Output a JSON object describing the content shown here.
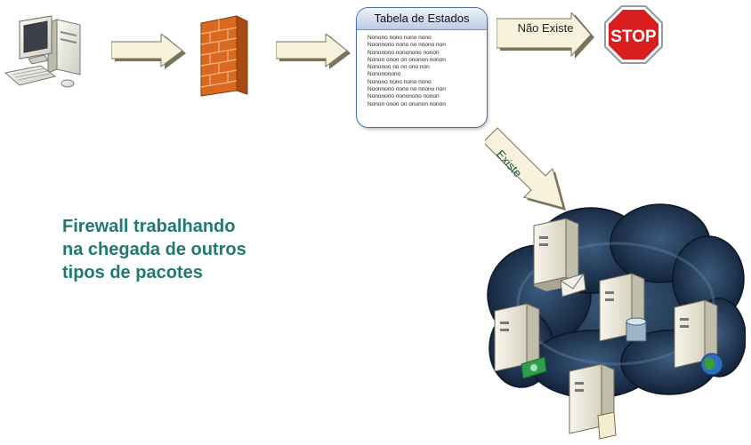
{
  "state_table": {
    "title": "Tabela de Estados",
    "rows": [
      "Nonono nono nono nono",
      "Noonnono nono no nnono non",
      "Nononono nononono nonon",
      "Nonon onon on ononon nonon",
      "Nononon no no ono non",
      "Nonononono",
      "Nonono nono nono nono",
      "Noonnono nono no nnono non",
      "Nononono nononono nonon",
      "Nonon onon on ononon nonon"
    ]
  },
  "arrows": {
    "nao_existe": "Não Existe",
    "existe": "Existe"
  },
  "stop_sign": {
    "text": "STOP"
  },
  "caption": {
    "line1": "Firewall trabalhando",
    "line2": "na chegada de outros",
    "line3": "tipos de pacotes"
  },
  "colors": {
    "caption": "#1e7b6e",
    "stop": "#d81e1e",
    "arrow_fill": "#f7f2dc",
    "cloud": "#1b2e47"
  }
}
